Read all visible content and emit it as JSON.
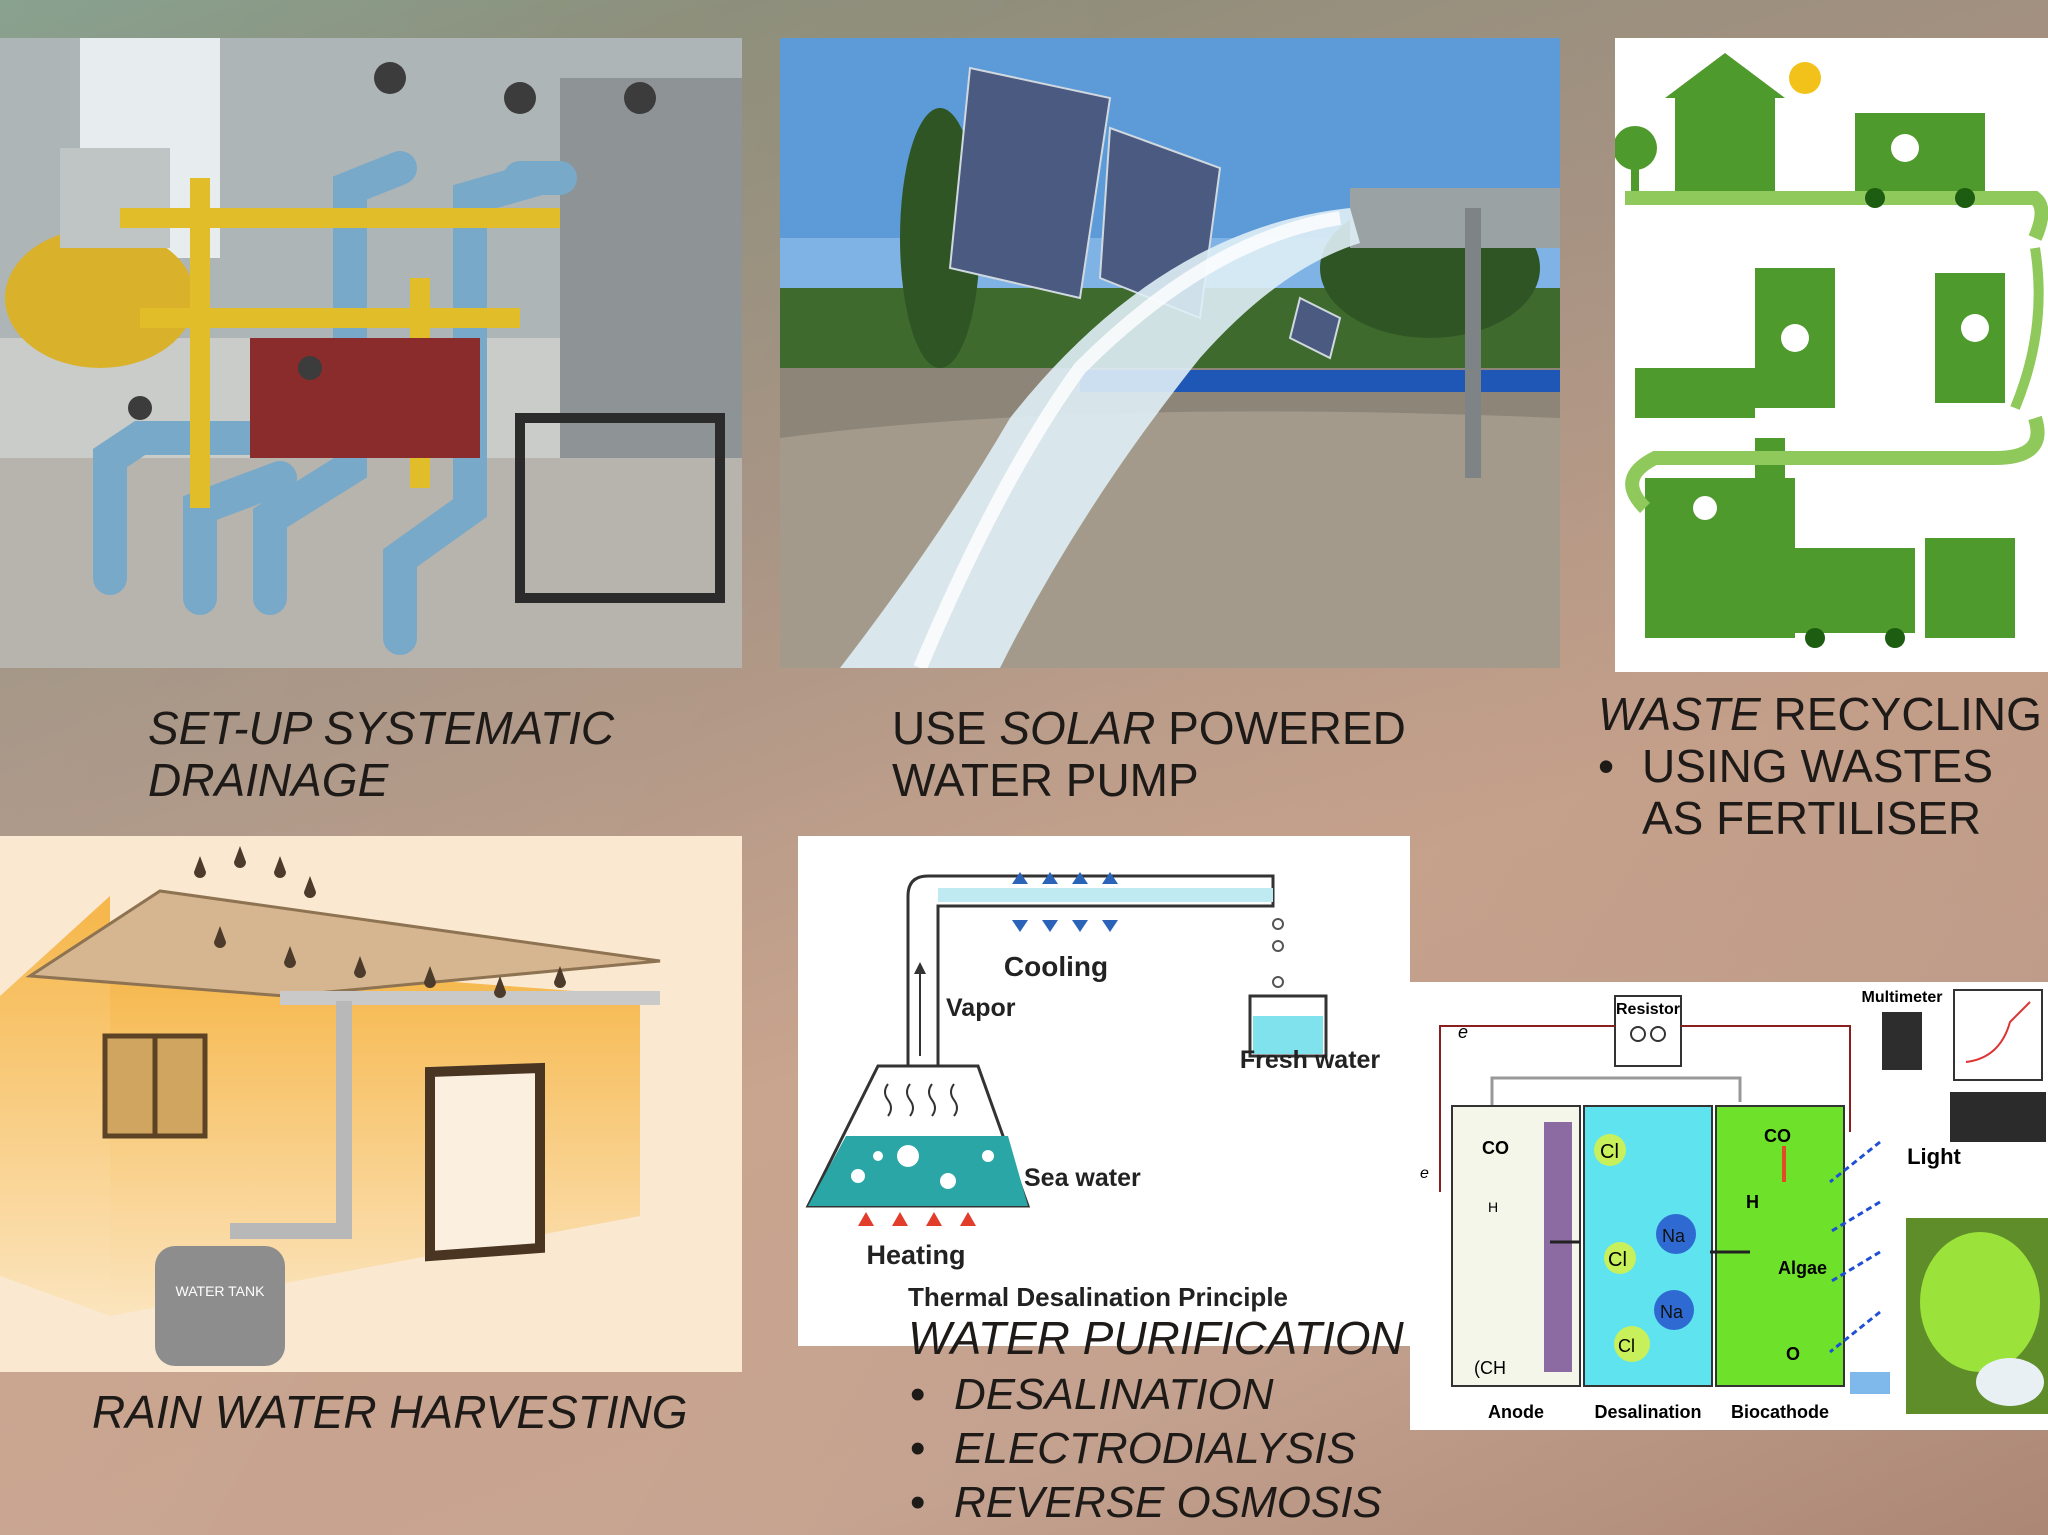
{
  "captions": {
    "drainage": {
      "line1": "SET-UP SYSTEMATIC",
      "line2": "DRAINAGE"
    },
    "solar": {
      "line1_italic": "SOLAR",
      "line1_pre": "USE ",
      "line1_post": " POWERED",
      "line2": "WATER PUMP"
    },
    "waste": {
      "line1_italic": "WASTE",
      "line1_post": " RECYCLING",
      "bullet_line1": "USING WASTES",
      "bullet_line2": "AS FERTILISER"
    },
    "rain": "RAIN WATER HARVESTING",
    "purification": {
      "title": "WATER PURIFICATION",
      "items": [
        "DESALINATION",
        "ELECTRODIALYSIS",
        "REVERSE OSMOSIS"
      ]
    }
  },
  "desalination_diagram": {
    "cooling": "Cooling",
    "vapor": "Vapor",
    "fresh_water": "Fresh water",
    "sea_water": "Sea water",
    "heating": "Heating",
    "title": "Thermal Desalination Principle"
  },
  "cell_diagram": {
    "resistor": "Resistor",
    "multimeter": "Multimeter",
    "light": "Light",
    "anode": "Anode",
    "desalination": "Desalination",
    "biocathode": "Biocathode",
    "algae": "Algae",
    "co2": "CO",
    "h2o": "H",
    "o2": "O",
    "cl": "Cl",
    "na": "Na",
    "ch2o": "(CH",
    "e": "e",
    "h_plus": "H",
    "tank_label": "WATER TANK"
  },
  "colors": {
    "caption": "#1e1a18",
    "recycle_green": "#4f9a2c"
  }
}
